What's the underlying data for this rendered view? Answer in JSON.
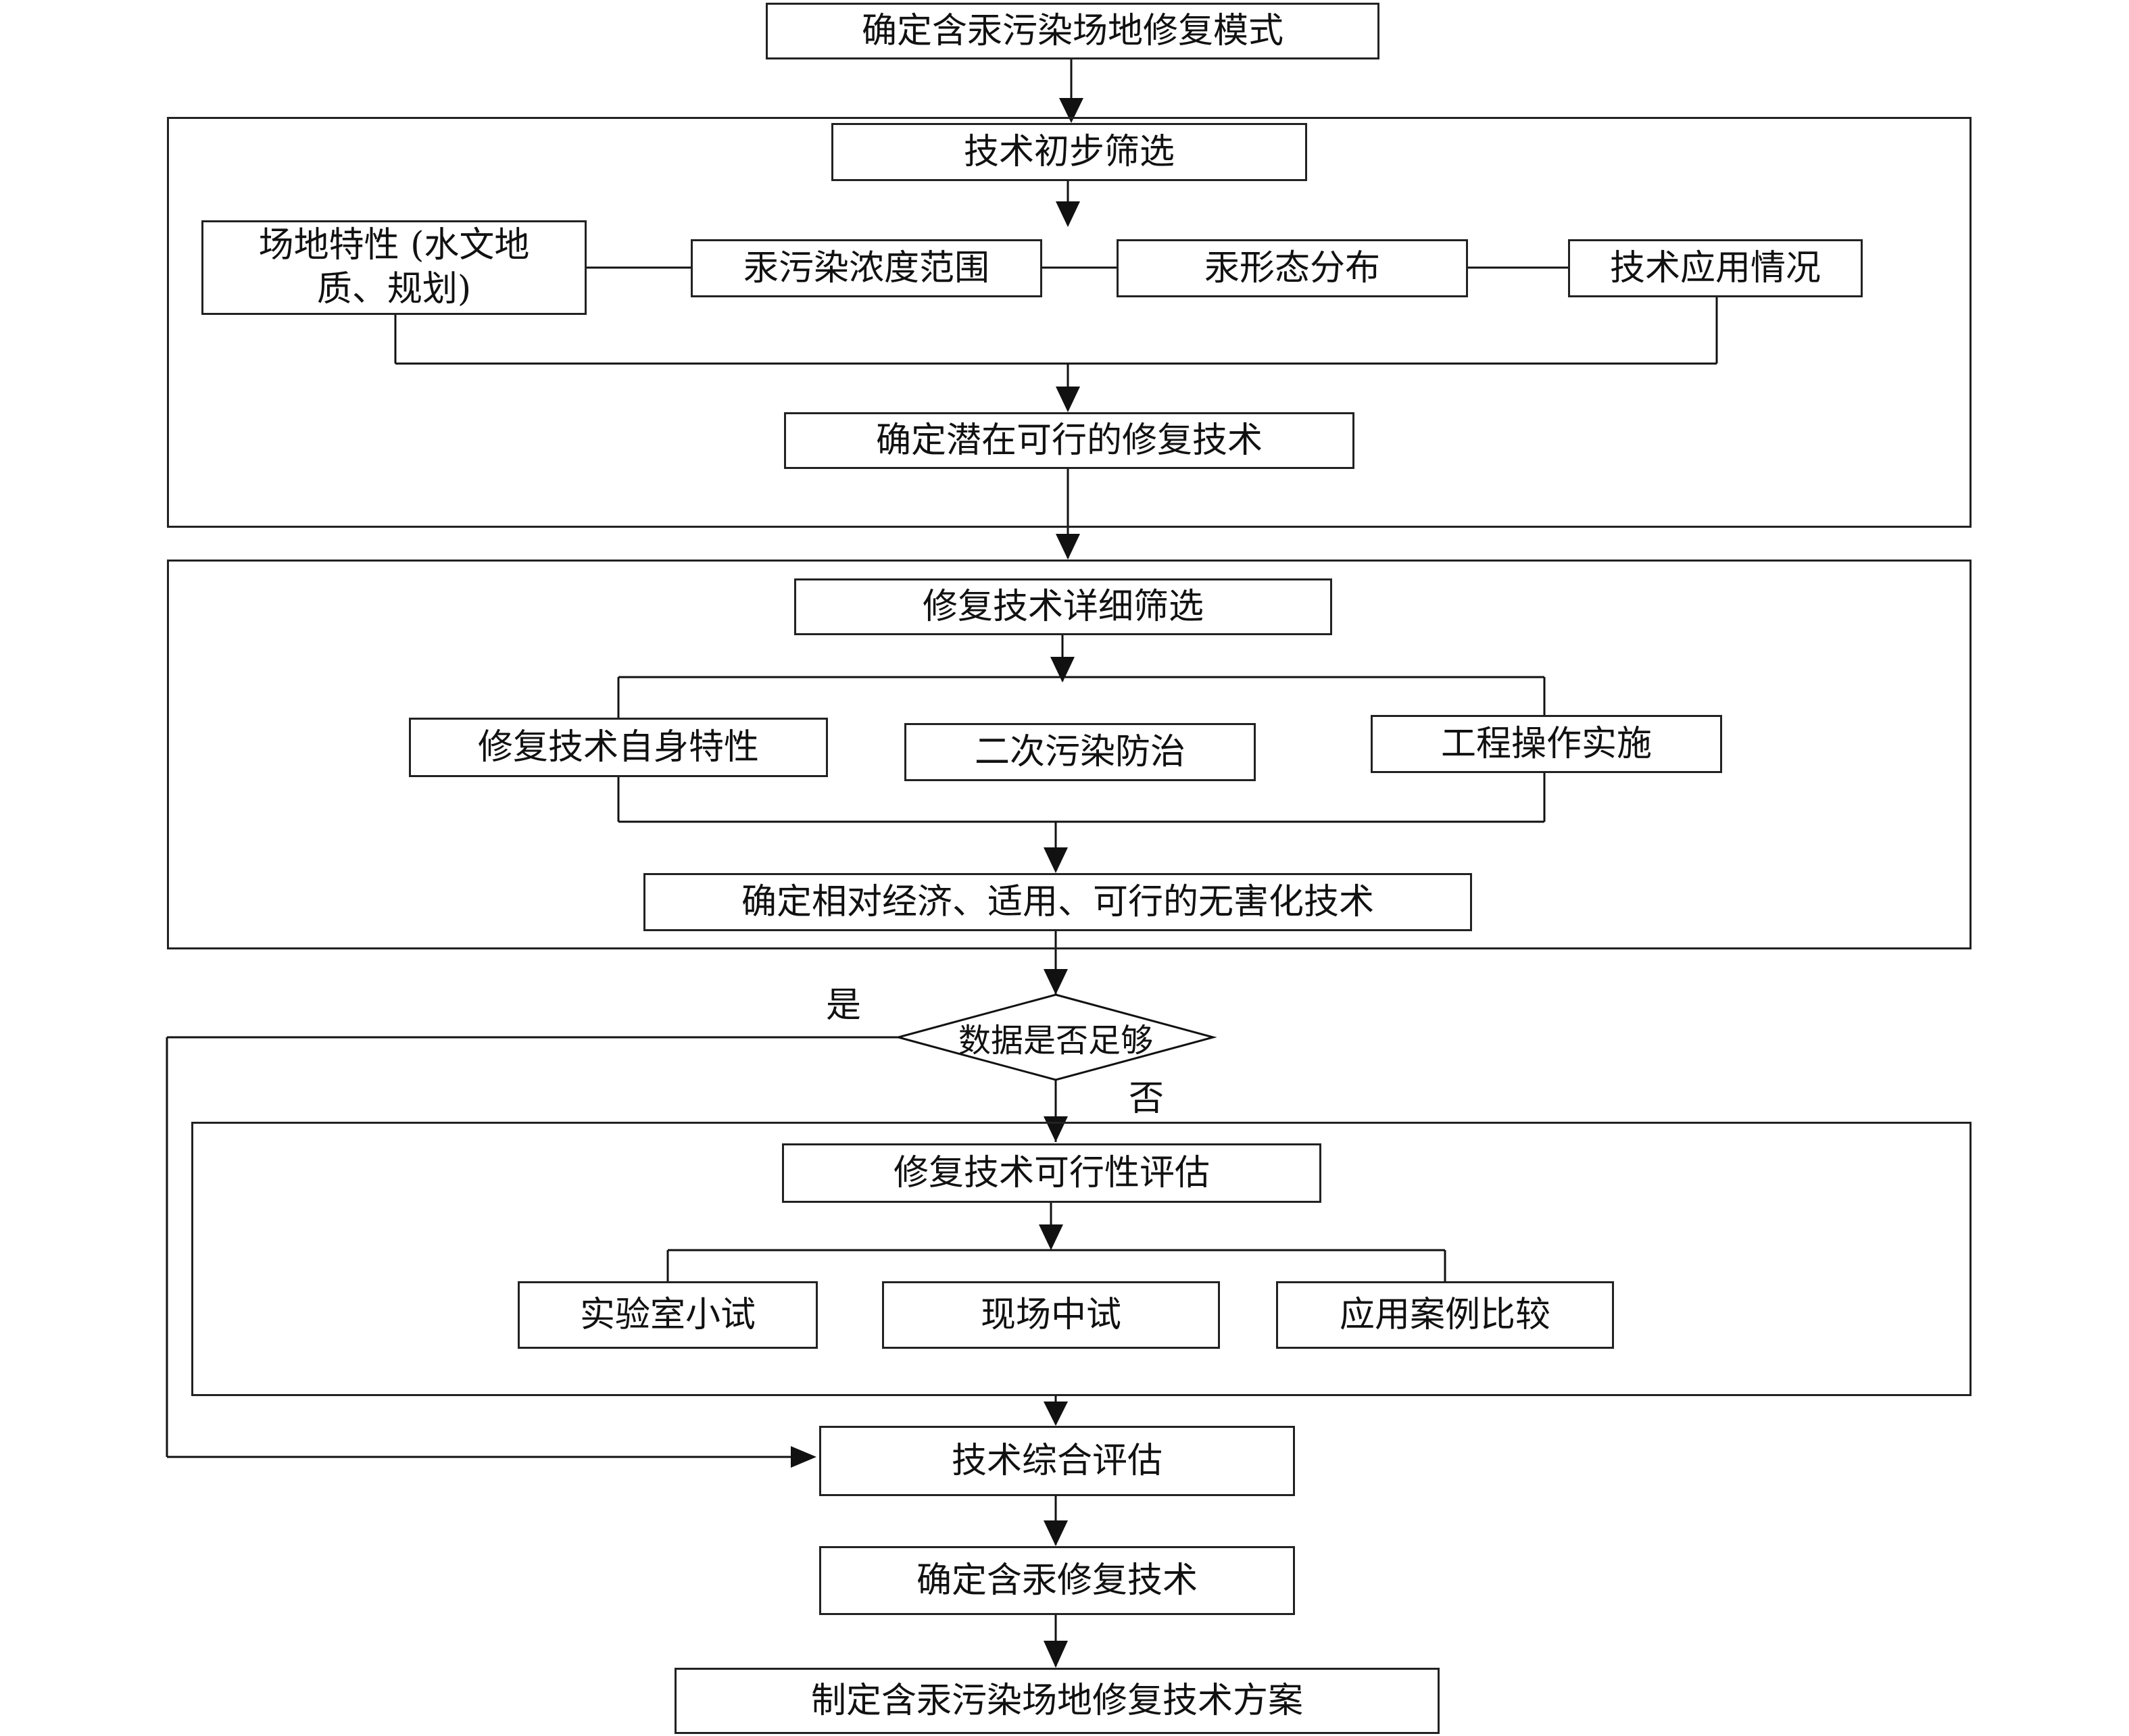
{
  "nodes": {
    "start": "确定含汞污染场地修复模式",
    "preliminary_screening": "技术初步筛选",
    "site_characteristics": "场地特性 (水文地质、规划)",
    "mercury_concentration": "汞污染浓度范围",
    "mercury_speciation": "汞形态分布",
    "technology_application": "技术应用情况",
    "potential_technologies": "确定潜在可行的修复技术",
    "detailed_screening": "修复技术详细筛选",
    "technology_properties": "修复技术自身特性",
    "secondary_pollution": "二次污染防治",
    "engineering_implementation": "工程操作实施",
    "economic_technologies": "确定相对经济、适用、可行的无害化技术",
    "data_sufficient": "数据是否足够",
    "feasibility_assessment": "修复技术可行性评估",
    "lab_test": "实验室小试",
    "field_pilot": "现场中试",
    "case_comparison": "应用案例比较",
    "comprehensive_assessment": "技术综合评估",
    "determine_technology": "确定含汞修复技术",
    "formulate_plan": "制定含汞污染场地修复技术方案"
  },
  "labels": {
    "yes": "是",
    "no": "否"
  }
}
